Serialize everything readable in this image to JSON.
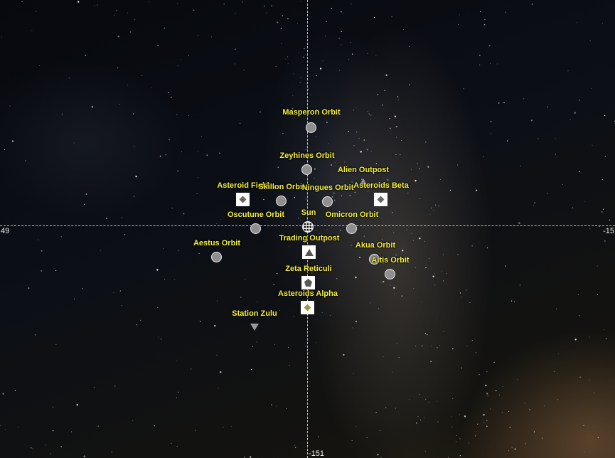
{
  "axes": {
    "x_min_label": "49",
    "x_max_label": "-15",
    "y_min_label": "-151",
    "line_color": "#d8cf2a"
  },
  "colors": {
    "label": "#f5f03a",
    "planet_fill": "#8f8f8f",
    "planet_stroke": "#e8e8e8",
    "box_fill": "#ffffff"
  },
  "objects": [
    {
      "id": "masperon-orbit",
      "label": "Masperon Orbit",
      "icon": "planet-circle-icon"
    },
    {
      "id": "zeyhines-orbit",
      "label": "Zeyhines Orbit",
      "icon": "planet-circle-icon"
    },
    {
      "id": "alien-outpost",
      "label": "Alien Outpost",
      "icon": "outpost-triangle-icon"
    },
    {
      "id": "asteroid-field",
      "label": "Asteroid Field",
      "icon": "asteroid-diamond-icon"
    },
    {
      "id": "skillon-orbit",
      "label": "Skillon Orbit",
      "icon": "planet-circle-icon"
    },
    {
      "id": "ningues-orbit",
      "label": "Ningues Orbit",
      "icon": "planet-circle-icon"
    },
    {
      "id": "asteroids-beta",
      "label": "Asteroids Beta",
      "icon": "asteroid-diamond-icon"
    },
    {
      "id": "oscutune-orbit",
      "label": "Oscutune Orbit",
      "icon": "planet-circle-icon"
    },
    {
      "id": "sun",
      "label": "Sun",
      "icon": "sun-globe-icon"
    },
    {
      "id": "omicron-orbit",
      "label": "Omicron Orbit",
      "icon": "planet-circle-icon"
    },
    {
      "id": "aestus-orbit",
      "label": "Aestus Orbit",
      "icon": "planet-circle-icon"
    },
    {
      "id": "trading-outpost",
      "label": "Trading Outpost",
      "icon": "trading-triangle-icon"
    },
    {
      "id": "akua-orbit",
      "label": "Akua Orbit",
      "icon": "planet-circle-icon"
    },
    {
      "id": "aitis-orbit",
      "label": "Aitis Orbit",
      "icon": "planet-circle-icon"
    },
    {
      "id": "zeta-reticuli",
      "label": "Zeta Reticuli",
      "icon": "pentagon-icon"
    },
    {
      "id": "asteroids-alpha",
      "label": "Asteroids Alpha",
      "icon": "asteroid-diamond-icon"
    },
    {
      "id": "station-zulu",
      "label": "Station Zulu",
      "icon": "station-triangle-icon"
    }
  ]
}
